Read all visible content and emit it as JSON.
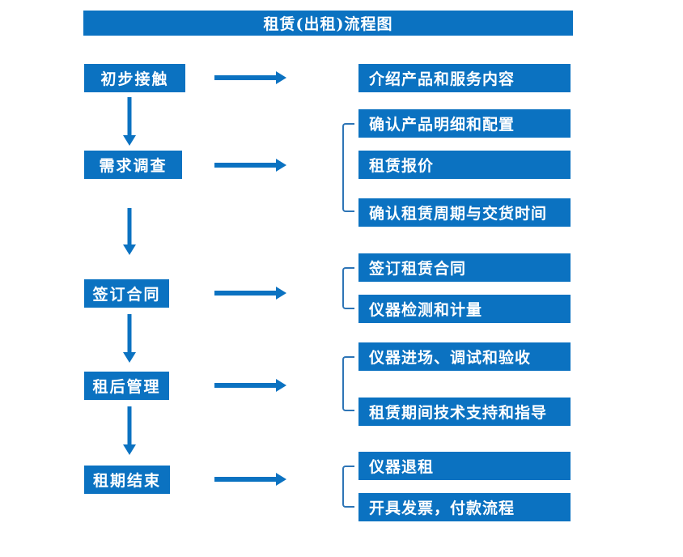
{
  "title": "租赁(出租)流程图",
  "colors": {
    "box_blue": "#0b72c1",
    "arrow_blue": "#0b72c1",
    "bracket_blue": "#2e75b6",
    "text_white": "#ffffff",
    "background": "#ffffff"
  },
  "stages": [
    {
      "label": "初步接触",
      "details": [
        "介绍产品和服务内容"
      ]
    },
    {
      "label": "需求调查",
      "details": [
        "确认产品明细和配置",
        "租赁报价",
        "确认租赁周期与交货时间"
      ]
    },
    {
      "label": "签订合同",
      "details": [
        "签订租赁合同",
        "仪器检测和计量"
      ]
    },
    {
      "label": "租后管理",
      "details": [
        "仪器进场、调试和验收",
        "租赁期间技术支持和指导"
      ]
    },
    {
      "label": "租期结束",
      "details": [
        "仪器退租",
        "开具发票，付款流程"
      ]
    }
  ]
}
